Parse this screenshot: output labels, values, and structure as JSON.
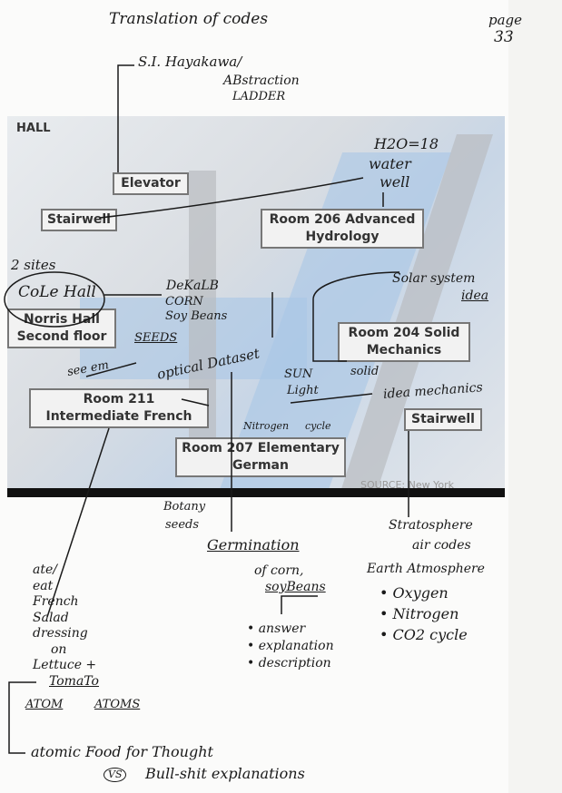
{
  "header": {
    "title": "Translation of codes",
    "page_label": "page",
    "page_number": "33"
  },
  "notes_top": {
    "hayakawa": "S.I. Hayakawa/",
    "abstraction": "ABstraction",
    "ladder": "LADDER"
  },
  "plan": {
    "hall": "HALL",
    "elevator": "Elevator",
    "stairwell_left": "Stairwell",
    "room206": "Room 206 Advanced Hydrology",
    "norris": "Norris Hall Second floor",
    "room204": "Room 204 Solid Mechanics",
    "room211": "Room 211 Intermediate French",
    "room207": "Room 207 Elementary German",
    "stairwell_right": "Stairwell",
    "source": "SOURCE: New York"
  },
  "annotations": {
    "h2o": "H2O=18",
    "water": "water",
    "well": "well",
    "two_sites": "2 sites",
    "cole_hall": "CoLe Hall",
    "dekalb": "DeKaLB",
    "corn": "CORN",
    "soybeans": "Soy Beans",
    "seeds": "SEEDS",
    "see_em": "see em",
    "optical": "optical Dataset",
    "solar": "Solar system",
    "idea": "idea",
    "sun": "SUN",
    "light": "Light",
    "solid": "solid",
    "idea_mech": "idea mechanics",
    "nitrogen": "Nitrogen",
    "cycle": "cycle"
  },
  "notes_bottom": {
    "left": [
      "ate/",
      "eat",
      "French",
      "Salad",
      "dressing",
      "on",
      "Lettuce +",
      "TomaTo"
    ],
    "atom1": "ATOM",
    "atom2": "ATOMS",
    "botany": "Botany",
    "seeds": "seeds",
    "germination": "Germination",
    "of_corn": "of corn,",
    "soybeans": "soyBeans",
    "bullets_mid": [
      "• answer",
      "• explanation",
      "• description"
    ],
    "strato": "Stratosphere",
    "air_codes": "air codes",
    "earth": "Earth Atmosphere",
    "bullets_right": [
      "• Oxygen",
      "• Nitrogen",
      "• CO2 cycle"
    ],
    "atomic": "atomic Food for Thought",
    "vs": "VS",
    "bs": "Bull-shit explanations"
  }
}
